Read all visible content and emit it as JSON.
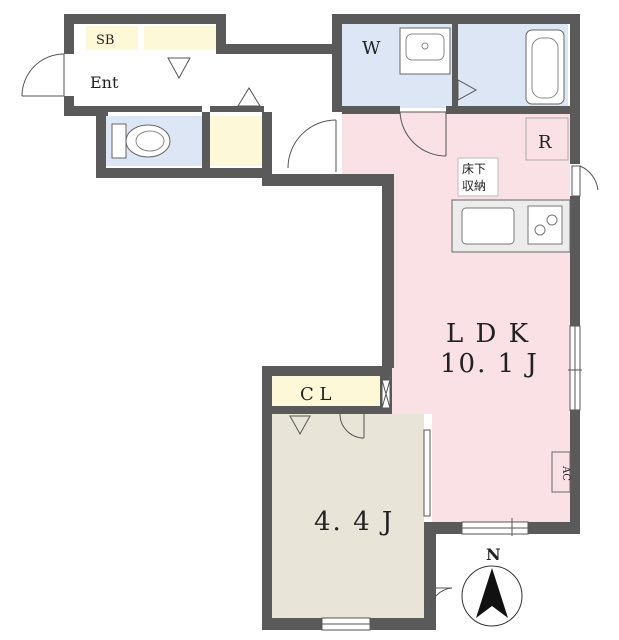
{
  "plan": {
    "rooms": {
      "shoe_box": "SB",
      "entrance": "Ent",
      "washer": "W",
      "refrigerator": "R",
      "underfloor_storage_line1": "床下",
      "underfloor_storage_line2": "収納",
      "ldk_name": "L D K",
      "ldk_size": "10. 1 J",
      "closet": "C L",
      "bedroom_size": "4. 4 J",
      "aircon": "AC"
    },
    "compass": {
      "label": "N"
    },
    "colors": {
      "wall": "#5a5a5a",
      "ldk_floor": "#f9e1e6",
      "bedroom_floor": "#e8e5d8",
      "wet_area": "#dde6f5",
      "storage": "#fdf8d8",
      "kitchen_counter": "#ececec"
    }
  }
}
